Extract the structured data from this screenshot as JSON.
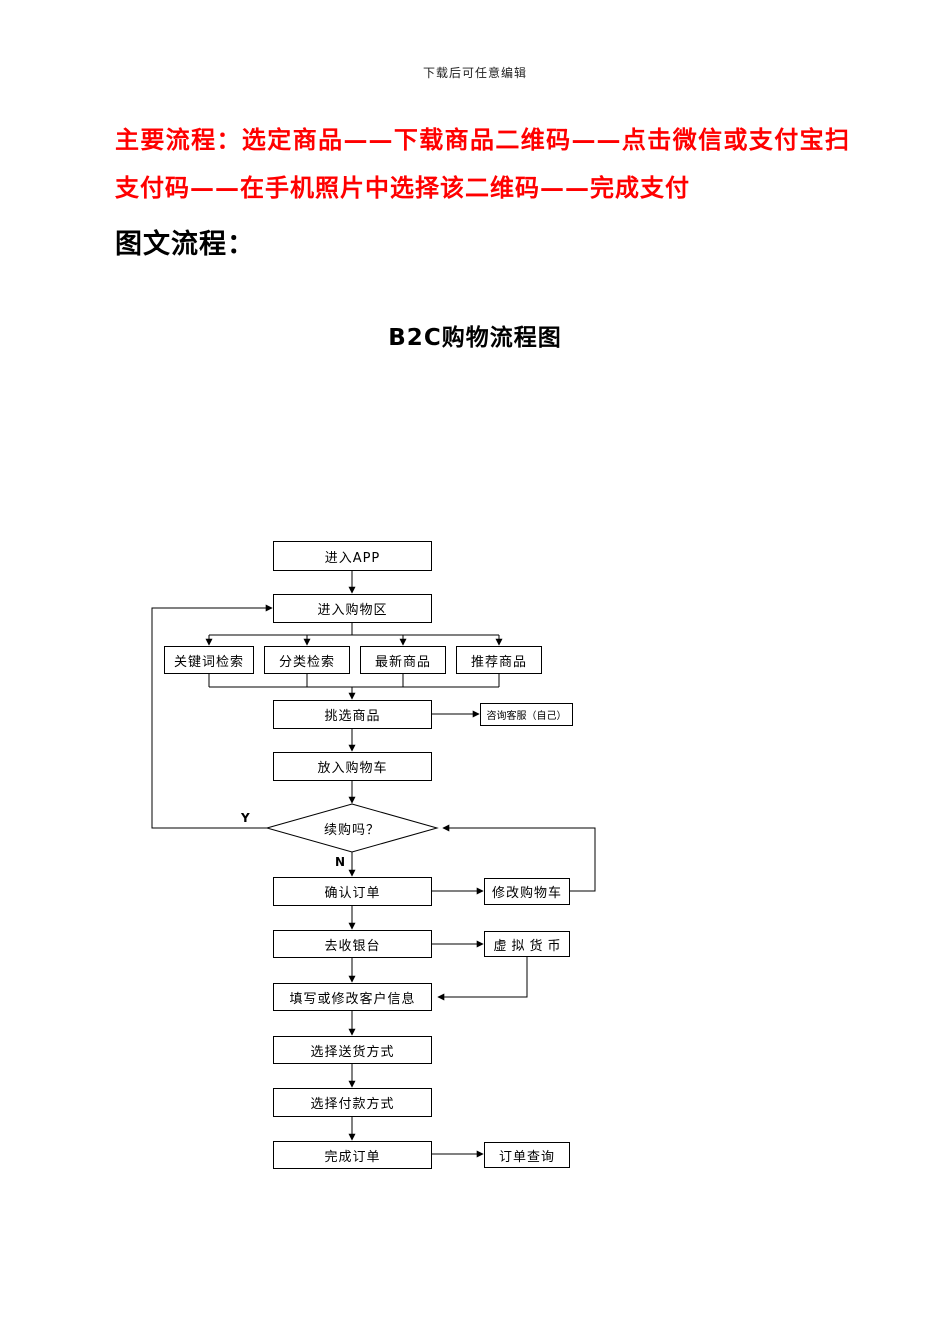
{
  "page": {
    "header": "下载后可任意编辑",
    "main_flow_text": "主要流程：选定商品——下载商品二维码——点击微信或支付宝扫支付码——在手机照片中选择该二维码——完成支付",
    "section_label": "图文流程：",
    "diagram_title": "B2C购物流程图"
  },
  "colors": {
    "highlight_text": "#ff0000",
    "diagram_stroke": "#000000",
    "page_background": "#ffffff"
  },
  "flowchart": {
    "nodes": [
      {
        "id": "enter-app",
        "label": "进入APP",
        "shape": "rect"
      },
      {
        "id": "enter-shopping-area",
        "label": "进入购物区",
        "shape": "rect"
      },
      {
        "id": "keyword-search",
        "label": "关键词检索",
        "shape": "rect"
      },
      {
        "id": "category-search",
        "label": "分类检索",
        "shape": "rect"
      },
      {
        "id": "newest-products",
        "label": "最新商品",
        "shape": "rect"
      },
      {
        "id": "recommended-products",
        "label": "推荐商品",
        "shape": "rect"
      },
      {
        "id": "pick-products",
        "label": "挑选商品",
        "shape": "rect"
      },
      {
        "id": "consult-customer-service",
        "label": "咨询客服（自己）",
        "shape": "rect"
      },
      {
        "id": "add-to-cart",
        "label": "放入购物车",
        "shape": "rect"
      },
      {
        "id": "continue-purchase-decision",
        "label": "续购吗？",
        "shape": "diamond"
      },
      {
        "id": "confirm-order",
        "label": "确认订单",
        "shape": "rect"
      },
      {
        "id": "modify-cart",
        "label": "修改购物车",
        "shape": "rect"
      },
      {
        "id": "go-to-checkout",
        "label": "去收银台",
        "shape": "rect"
      },
      {
        "id": "virtual-currency",
        "label": "虚拟货币",
        "shape": "rect"
      },
      {
        "id": "fill-customer-info",
        "label": "填写或修改客户信息",
        "shape": "rect"
      },
      {
        "id": "choose-delivery-method",
        "label": "选择送货方式",
        "shape": "rect"
      },
      {
        "id": "choose-payment-method",
        "label": "选择付款方式",
        "shape": "rect"
      },
      {
        "id": "complete-order",
        "label": "完成订单",
        "shape": "rect"
      },
      {
        "id": "order-inquiry",
        "label": "订单查询",
        "shape": "rect"
      }
    ],
    "edge_labels": {
      "yes": "Y",
      "no": "N"
    },
    "edges": [
      {
        "from": "enter-app",
        "to": "enter-shopping-area"
      },
      {
        "from": "enter-shopping-area",
        "to": "keyword-search"
      },
      {
        "from": "enter-shopping-area",
        "to": "category-search"
      },
      {
        "from": "enter-shopping-area",
        "to": "newest-products"
      },
      {
        "from": "enter-shopping-area",
        "to": "recommended-products"
      },
      {
        "from": "keyword-search",
        "to": "pick-products"
      },
      {
        "from": "category-search",
        "to": "pick-products"
      },
      {
        "from": "newest-products",
        "to": "pick-products"
      },
      {
        "from": "recommended-products",
        "to": "pick-products"
      },
      {
        "from": "pick-products",
        "to": "consult-customer-service"
      },
      {
        "from": "pick-products",
        "to": "add-to-cart"
      },
      {
        "from": "add-to-cart",
        "to": "continue-purchase-decision"
      },
      {
        "from": "continue-purchase-decision",
        "to": "enter-shopping-area",
        "label": "Y"
      },
      {
        "from": "continue-purchase-decision",
        "to": "confirm-order",
        "label": "N"
      },
      {
        "from": "confirm-order",
        "to": "modify-cart"
      },
      {
        "from": "modify-cart",
        "to": "continue-purchase-decision"
      },
      {
        "from": "confirm-order",
        "to": "go-to-checkout"
      },
      {
        "from": "go-to-checkout",
        "to": "virtual-currency"
      },
      {
        "from": "virtual-currency",
        "to": "fill-customer-info"
      },
      {
        "from": "go-to-checkout",
        "to": "fill-customer-info"
      },
      {
        "from": "fill-customer-info",
        "to": "choose-delivery-method"
      },
      {
        "from": "choose-delivery-method",
        "to": "choose-payment-method"
      },
      {
        "from": "choose-payment-method",
        "to": "complete-order"
      },
      {
        "from": "complete-order",
        "to": "order-inquiry"
      }
    ]
  }
}
